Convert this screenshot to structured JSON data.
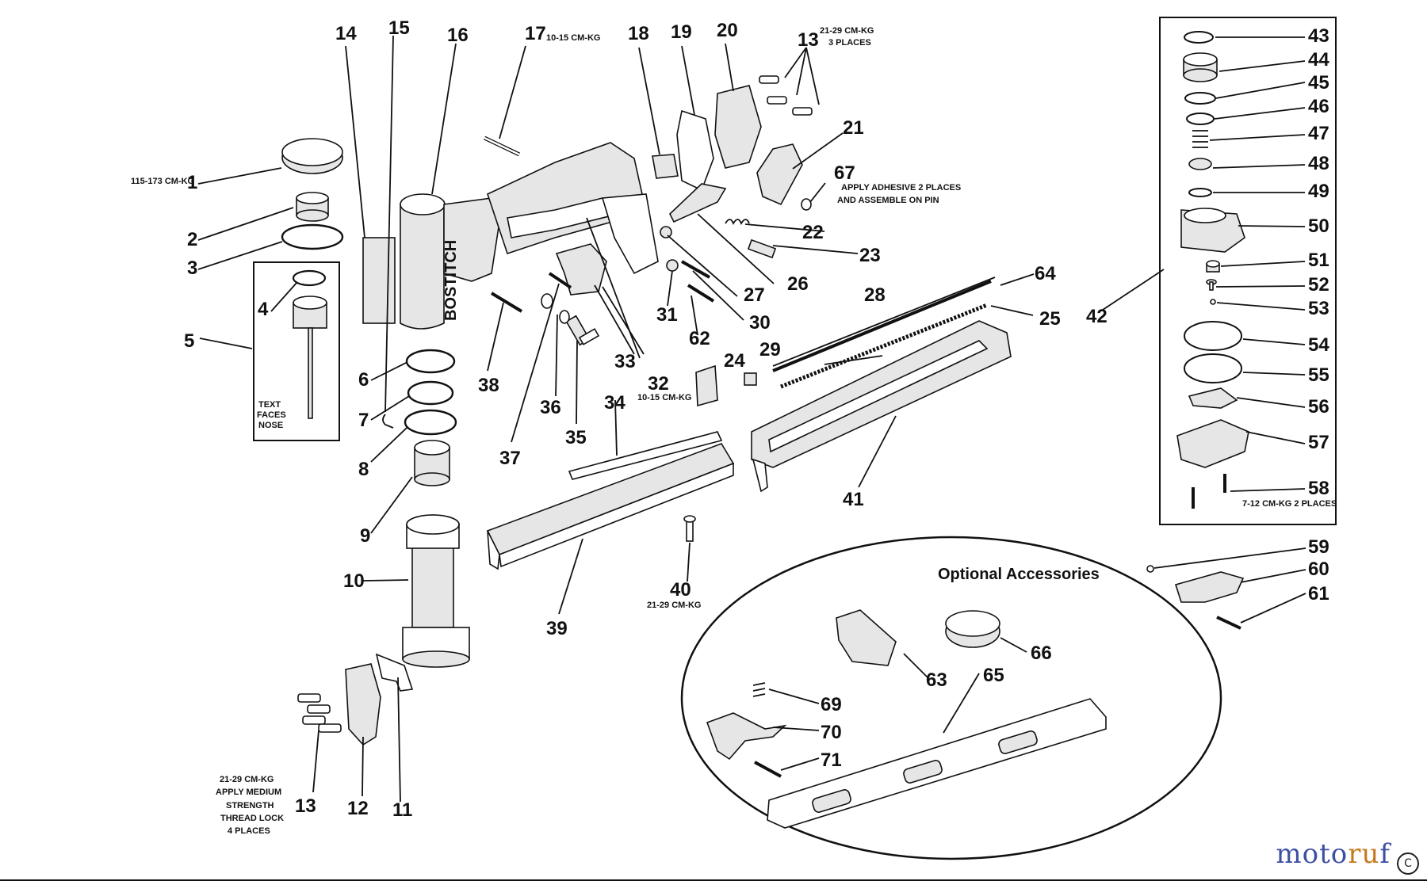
{
  "title": "Optional Accessories",
  "watermark": {
    "part1": "moto",
    "part2": "ru",
    "part3": "f",
    "mark": "C"
  },
  "notes": {
    "n1": "115-173 CM-KG",
    "n13a": "21-29 CM-KG",
    "n13b": "3 PLACES",
    "n17": "10-15 CM-KG",
    "n32": "10-15 CM-KG",
    "n40": "21-29 CM-KG",
    "n58": "7-12 CM-KG  2 PLACES",
    "n67a": "APPLY ADHESIVE  2 PLACES",
    "n67b": "AND ASSEMBLE ON PIN",
    "text_faces_1": "TEXT",
    "text_faces_2": "FACES",
    "text_faces_3": "NOSE",
    "thread_1": "21-29 CM-KG",
    "thread_2": "APPLY MEDIUM",
    "thread_3": "STRENGTH",
    "thread_4": "THREAD LOCK",
    "thread_5": "4 PLACES"
  },
  "labels": {
    "l1": "1",
    "l2": "2",
    "l3": "3",
    "l4": "4",
    "l5": "5",
    "l6": "6",
    "l7": "7",
    "l8": "8",
    "l9": "9",
    "l10": "10",
    "l11": "11",
    "l12": "12",
    "l13top": "13",
    "l13bot": "13",
    "l14": "14",
    "l15": "15",
    "l16": "16",
    "l17": "17",
    "l18": "18",
    "l19": "19",
    "l20": "20",
    "l21": "21",
    "l22": "22",
    "l23": "23",
    "l24": "24",
    "l25": "25",
    "l26": "26",
    "l27": "27",
    "l28": "28",
    "l29": "29",
    "l30": "30",
    "l31": "31",
    "l32": "32",
    "l33": "33",
    "l34": "34",
    "l35": "35",
    "l36": "36",
    "l37": "37",
    "l38": "38",
    "l39": "39",
    "l40": "40",
    "l41": "41",
    "l42": "42",
    "l43": "43",
    "l44": "44",
    "l45": "45",
    "l46": "46",
    "l47": "47",
    "l48": "48",
    "l49": "49",
    "l50": "50",
    "l51": "51",
    "l52": "52",
    "l53": "53",
    "l54": "54",
    "l55": "55",
    "l56": "56",
    "l57": "57",
    "l58": "58",
    "l59": "59",
    "l60": "60",
    "l61": "61",
    "l62": "62",
    "l63": "63",
    "l64": "64",
    "l65": "65",
    "l66": "66",
    "l67": "67",
    "l69": "69",
    "l70": "70",
    "l71": "71"
  },
  "brand_on_body": "BOSTITCH"
}
